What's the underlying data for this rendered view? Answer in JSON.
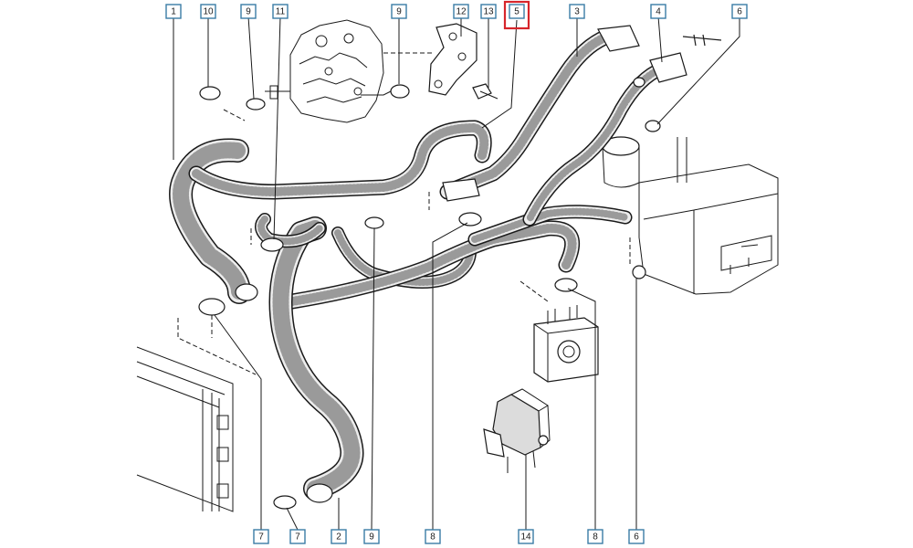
{
  "colors": {
    "callout_border": "#3a7ca5",
    "highlight": "#d7262b",
    "line": "#1a1a1a",
    "hose_fill": "#ececec"
  },
  "highlighted_part": "5",
  "callouts_top": [
    {
      "id": "c-top-1",
      "label": "1"
    },
    {
      "id": "c-top-10",
      "label": "10"
    },
    {
      "id": "c-top-9a",
      "label": "9"
    },
    {
      "id": "c-top-11",
      "label": "11"
    },
    {
      "id": "c-top-9b",
      "label": "9"
    },
    {
      "id": "c-top-12",
      "label": "12"
    },
    {
      "id": "c-top-13",
      "label": "13"
    },
    {
      "id": "c-top-5",
      "label": "5"
    },
    {
      "id": "c-top-3",
      "label": "3"
    },
    {
      "id": "c-top-4",
      "label": "4"
    },
    {
      "id": "c-top-6",
      "label": "6"
    }
  ],
  "callouts_bottom": [
    {
      "id": "c-bot-7a",
      "label": "7"
    },
    {
      "id": "c-bot-7b",
      "label": "7"
    },
    {
      "id": "c-bot-2",
      "label": "2"
    },
    {
      "id": "c-bot-9",
      "label": "9"
    },
    {
      "id": "c-bot-8a",
      "label": "8"
    },
    {
      "id": "c-bot-14",
      "label": "14"
    },
    {
      "id": "c-bot-8b",
      "label": "8"
    },
    {
      "id": "c-bot-6",
      "label": "6"
    }
  ]
}
